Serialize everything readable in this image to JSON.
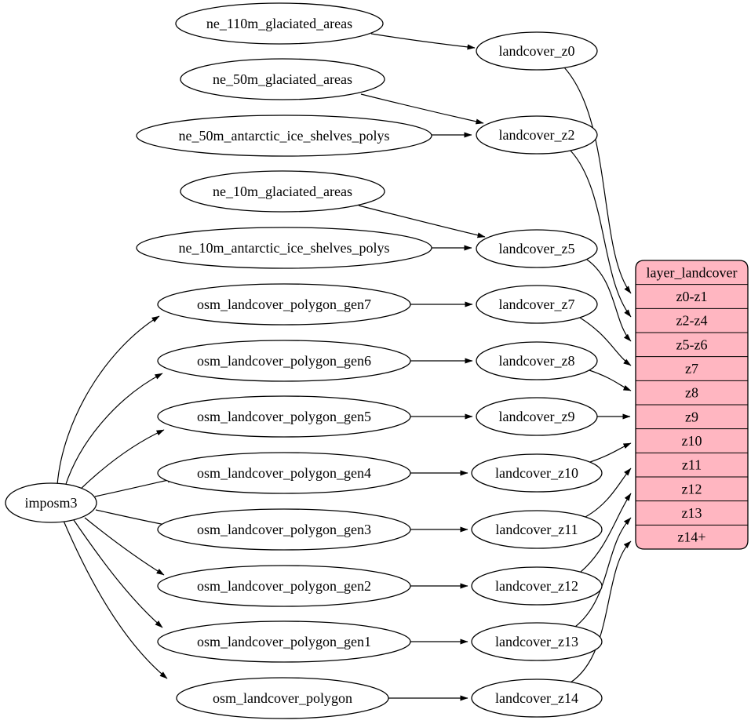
{
  "diagram": {
    "type": "dependency-graph",
    "colors": {
      "background": "#ffffff",
      "node_fill": "#ffffff",
      "node_stroke": "#000000",
      "edge_stroke": "#000000",
      "table_fill": "#ffb6c1",
      "text": "#000000"
    },
    "nodes": [
      {
        "id": "imposm3",
        "label": "imposm3"
      },
      {
        "id": "ne_110m_glaciated_areas",
        "label": "ne_110m_glaciated_areas"
      },
      {
        "id": "ne_50m_glaciated_areas",
        "label": "ne_50m_glaciated_areas"
      },
      {
        "id": "ne_50m_antarctic_ice_shelves_polys",
        "label": "ne_50m_antarctic_ice_shelves_polys"
      },
      {
        "id": "ne_10m_glaciated_areas",
        "label": "ne_10m_glaciated_areas"
      },
      {
        "id": "ne_10m_antarctic_ice_shelves_polys",
        "label": "ne_10m_antarctic_ice_shelves_polys"
      },
      {
        "id": "osm_landcover_polygon_gen7",
        "label": "osm_landcover_polygon_gen7"
      },
      {
        "id": "osm_landcover_polygon_gen6",
        "label": "osm_landcover_polygon_gen6"
      },
      {
        "id": "osm_landcover_polygon_gen5",
        "label": "osm_landcover_polygon_gen5"
      },
      {
        "id": "osm_landcover_polygon_gen4",
        "label": "osm_landcover_polygon_gen4"
      },
      {
        "id": "osm_landcover_polygon_gen3",
        "label": "osm_landcover_polygon_gen3"
      },
      {
        "id": "osm_landcover_polygon_gen2",
        "label": "osm_landcover_polygon_gen2"
      },
      {
        "id": "osm_landcover_polygon_gen1",
        "label": "osm_landcover_polygon_gen1"
      },
      {
        "id": "osm_landcover_polygon",
        "label": "osm_landcover_polygon"
      },
      {
        "id": "landcover_z0",
        "label": "landcover_z0"
      },
      {
        "id": "landcover_z2",
        "label": "landcover_z2"
      },
      {
        "id": "landcover_z5",
        "label": "landcover_z5"
      },
      {
        "id": "landcover_z7",
        "label": "landcover_z7"
      },
      {
        "id": "landcover_z8",
        "label": "landcover_z8"
      },
      {
        "id": "landcover_z9",
        "label": "landcover_z9"
      },
      {
        "id": "landcover_z10",
        "label": "landcover_z10"
      },
      {
        "id": "landcover_z11",
        "label": "landcover_z11"
      },
      {
        "id": "landcover_z12",
        "label": "landcover_z12"
      },
      {
        "id": "landcover_z13",
        "label": "landcover_z13"
      },
      {
        "id": "landcover_z14",
        "label": "landcover_z14"
      }
    ],
    "table": {
      "id": "layer_landcover",
      "title": "layer_landcover",
      "rows": [
        "z0-z1",
        "z2-z4",
        "z5-z6",
        "z7",
        "z8",
        "z9",
        "z10",
        "z11",
        "z12",
        "z13",
        "z14+"
      ]
    },
    "edges": [
      {
        "from": "ne_110m_glaciated_areas",
        "to": "landcover_z0"
      },
      {
        "from": "ne_50m_glaciated_areas",
        "to": "landcover_z2"
      },
      {
        "from": "ne_50m_antarctic_ice_shelves_polys",
        "to": "landcover_z2"
      },
      {
        "from": "ne_10m_glaciated_areas",
        "to": "landcover_z5"
      },
      {
        "from": "ne_10m_antarctic_ice_shelves_polys",
        "to": "landcover_z5"
      },
      {
        "from": "imposm3",
        "to": "osm_landcover_polygon_gen7"
      },
      {
        "from": "imposm3",
        "to": "osm_landcover_polygon_gen6"
      },
      {
        "from": "imposm3",
        "to": "osm_landcover_polygon_gen5"
      },
      {
        "from": "imposm3",
        "to": "osm_landcover_polygon_gen4"
      },
      {
        "from": "imposm3",
        "to": "osm_landcover_polygon_gen3"
      },
      {
        "from": "imposm3",
        "to": "osm_landcover_polygon_gen2"
      },
      {
        "from": "imposm3",
        "to": "osm_landcover_polygon_gen1"
      },
      {
        "from": "imposm3",
        "to": "osm_landcover_polygon"
      },
      {
        "from": "osm_landcover_polygon_gen7",
        "to": "landcover_z7"
      },
      {
        "from": "osm_landcover_polygon_gen6",
        "to": "landcover_z8"
      },
      {
        "from": "osm_landcover_polygon_gen5",
        "to": "landcover_z9"
      },
      {
        "from": "osm_landcover_polygon_gen4",
        "to": "landcover_z10"
      },
      {
        "from": "osm_landcover_polygon_gen3",
        "to": "landcover_z11"
      },
      {
        "from": "osm_landcover_polygon_gen2",
        "to": "landcover_z12"
      },
      {
        "from": "osm_landcover_polygon_gen1",
        "to": "landcover_z13"
      },
      {
        "from": "osm_landcover_polygon",
        "to": "landcover_z14"
      },
      {
        "from": "landcover_z0",
        "to": "layer_landcover",
        "to_row": "z0-z1"
      },
      {
        "from": "landcover_z2",
        "to": "layer_landcover",
        "to_row": "z2-z4"
      },
      {
        "from": "landcover_z5",
        "to": "layer_landcover",
        "to_row": "z5-z6"
      },
      {
        "from": "landcover_z7",
        "to": "layer_landcover",
        "to_row": "z7"
      },
      {
        "from": "landcover_z8",
        "to": "layer_landcover",
        "to_row": "z8"
      },
      {
        "from": "landcover_z9",
        "to": "layer_landcover",
        "to_row": "z9"
      },
      {
        "from": "landcover_z10",
        "to": "layer_landcover",
        "to_row": "z10"
      },
      {
        "from": "landcover_z11",
        "to": "layer_landcover",
        "to_row": "z11"
      },
      {
        "from": "landcover_z12",
        "to": "layer_landcover",
        "to_row": "z12"
      },
      {
        "from": "landcover_z13",
        "to": "layer_landcover",
        "to_row": "z13"
      },
      {
        "from": "landcover_z14",
        "to": "layer_landcover",
        "to_row": "z14+"
      }
    ]
  }
}
